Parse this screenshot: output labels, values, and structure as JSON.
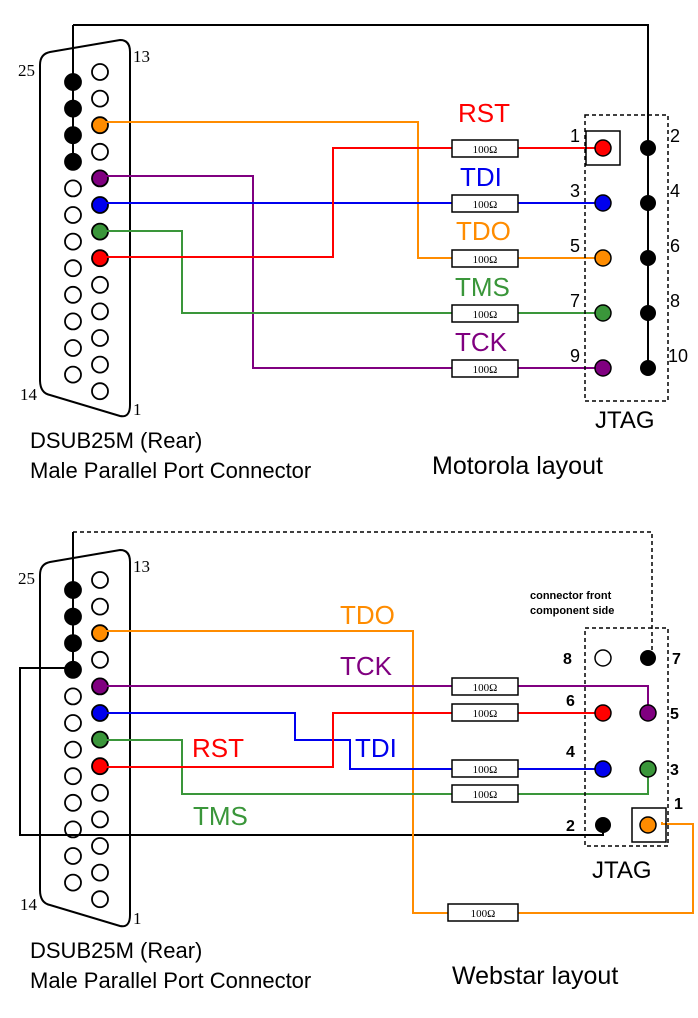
{
  "colors": {
    "rst": "#ff0000",
    "tdi": "#0000ee",
    "tdo": "#ff8c00",
    "tms": "#3a963a",
    "tck": "#800080",
    "black": "#000000"
  },
  "resistor_value": "100Ω",
  "top": {
    "pin_25": "25",
    "pin_13": "13",
    "pin_14": "14",
    "pin_1": "1",
    "connector_line1": "DSUB25M (Rear)",
    "connector_line2": "Male Parallel Port Connector",
    "layout_name": "Motorola layout",
    "header_label": "JTAG",
    "signals": {
      "rst": "RST",
      "tdi": "TDI",
      "tdo": "TDO",
      "tms": "TMS",
      "tck": "TCK"
    },
    "jtag_pins": [
      "1",
      "2",
      "3",
      "4",
      "5",
      "6",
      "7",
      "8",
      "9",
      "10"
    ]
  },
  "bottom": {
    "pin_25": "25",
    "pin_13": "13",
    "pin_14": "14",
    "pin_1": "1",
    "connector_line1": "DSUB25M (Rear)",
    "connector_line2": "Male Parallel Port Connector",
    "layout_name": "Webstar layout",
    "header_label": "JTAG",
    "header_note1": "connector front",
    "header_note2": "component side",
    "signals": {
      "rst": "RST",
      "tdi": "TDI",
      "tdo": "TDO",
      "tms": "TMS",
      "tck": "TCK"
    },
    "jtag_pins": [
      "1",
      "2",
      "3",
      "4",
      "5",
      "6",
      "7",
      "8"
    ]
  }
}
